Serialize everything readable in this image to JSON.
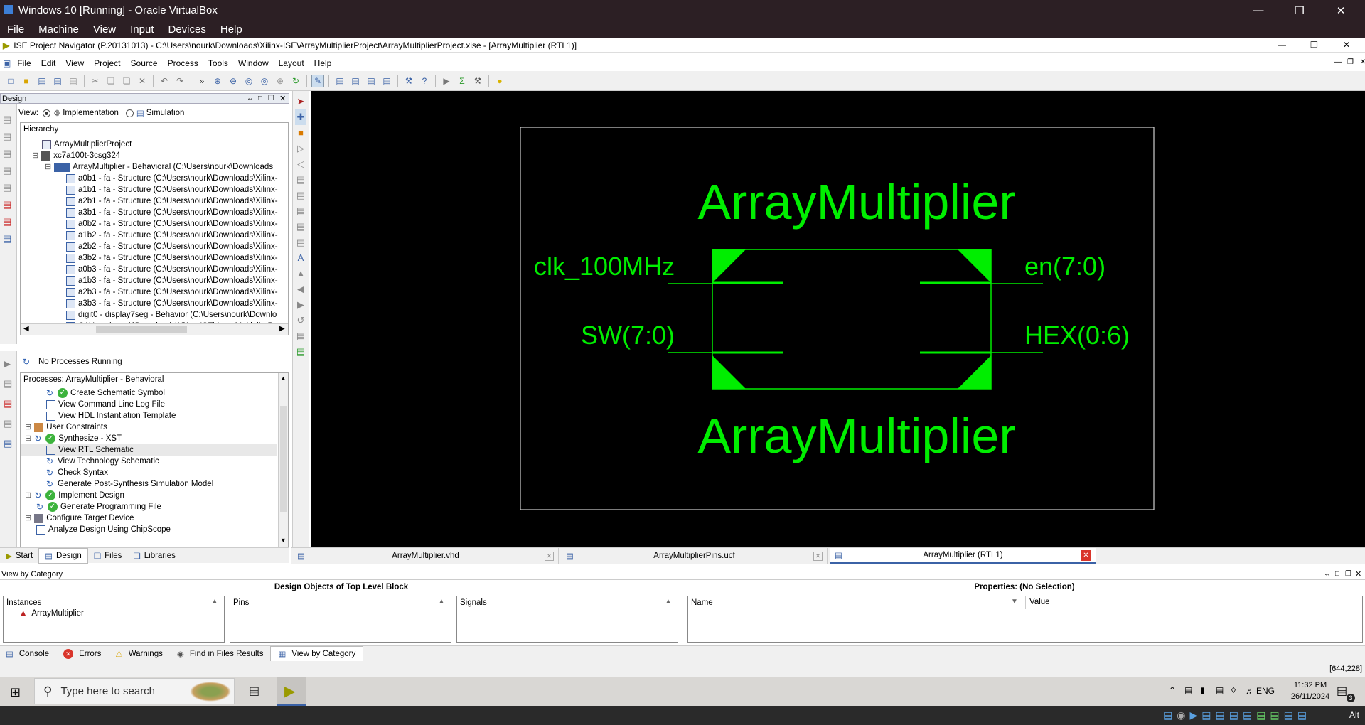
{
  "vbox": {
    "title": "Windows 10 [Running] - Oracle VirtualBox",
    "menu": [
      "File",
      "Machine",
      "View",
      "Input",
      "Devices",
      "Help"
    ]
  },
  "ise": {
    "title": "ISE Project Navigator (P.20131013) - C:\\Users\\nourk\\Downloads\\Xilinx-ISE\\ArrayMultiplierProject\\ArrayMultiplierProject.xise - [ArrayMultiplier (RTL1)]",
    "menu": [
      "File",
      "Edit",
      "View",
      "Project",
      "Source",
      "Process",
      "Tools",
      "Window",
      "Layout",
      "Help"
    ]
  },
  "design_panel": {
    "title": "Design",
    "view_label": "View:",
    "impl_label": "Implementation",
    "sim_label": "Simulation",
    "hierarchy_label": "Hierarchy",
    "items": [
      "ArrayMultiplierProject",
      "xc7a100t-3csg324",
      "ArrayMultiplier - Behavioral (C:\\Users\\nourk\\Downloads",
      "a0b1 - fa - Structure (C:\\Users\\nourk\\Downloads\\Xilinx-",
      "a1b1 - fa - Structure (C:\\Users\\nourk\\Downloads\\Xilinx-",
      "a2b1 - fa - Structure (C:\\Users\\nourk\\Downloads\\Xilinx-",
      "a3b1 - fa - Structure (C:\\Users\\nourk\\Downloads\\Xilinx-",
      "a0b2 - fa - Structure (C:\\Users\\nourk\\Downloads\\Xilinx-",
      "a1b2 - fa - Structure (C:\\Users\\nourk\\Downloads\\Xilinx-",
      "a2b2 - fa - Structure (C:\\Users\\nourk\\Downloads\\Xilinx-",
      "a3b2 - fa - Structure (C:\\Users\\nourk\\Downloads\\Xilinx-",
      "a0b3 - fa - Structure (C:\\Users\\nourk\\Downloads\\Xilinx-",
      "a1b3 - fa - Structure (C:\\Users\\nourk\\Downloads\\Xilinx-",
      "a2b3 - fa - Structure (C:\\Users\\nourk\\Downloads\\Xilinx-",
      "a3b3 - fa - Structure (C:\\Users\\nourk\\Downloads\\Xilinx-",
      "digit0 - display7seg - Behavior (C:\\Users\\nourk\\Downlo",
      "C:\\Users\\nourk\\Downloads\\Xilinx-ISE\\ArrayMultiplierPr"
    ]
  },
  "process_panel": {
    "status": "No Processes Running",
    "title": "Processes: ArrayMultiplier - Behavioral",
    "items": [
      "Create Schematic Symbol",
      "View Command Line Log File",
      "View HDL Instantiation Template",
      "User Constraints",
      "Synthesize - XST",
      "View RTL Schematic",
      "View Technology Schematic",
      "Check Syntax",
      "Generate Post-Synthesis Simulation Model",
      "Implement Design",
      "Generate Programming File",
      "Configure Target Device",
      "Analyze Design Using ChipScope"
    ]
  },
  "left_tabs": [
    "Start",
    "Design",
    "Files",
    "Libraries"
  ],
  "schematic": {
    "top_label": "ArrayMultiplier",
    "bottom_label": "ArrayMultiplier",
    "pin_clk": "clk_100MHz",
    "pin_sw": "SW(7:0)",
    "pin_en": "en(7:0)",
    "pin_hex": "HEX(0:6)"
  },
  "editor_tabs": [
    "ArrayMultiplier.vhd",
    "ArrayMultiplierPins.ucf",
    "ArrayMultiplier (RTL1)"
  ],
  "view_by_category": {
    "title": "View by Category",
    "design_objects": "Design Objects of Top Level Block",
    "properties": "Properties: (No Selection)",
    "instances": "Instances",
    "instance_item": "ArrayMultiplier",
    "pins": "Pins",
    "signals": "Signals",
    "name": "Name",
    "value": "Value"
  },
  "bottom_tabs": [
    "Console",
    "Errors",
    "Warnings",
    "Find in Files Results",
    "View by Category"
  ],
  "coords": "[644,228]",
  "taskbar": {
    "search_placeholder": "Type here to search",
    "lang": "ENG",
    "time": "11:32 PM",
    "date": "26/11/2024",
    "notif": "3",
    "alt": "Alt"
  }
}
